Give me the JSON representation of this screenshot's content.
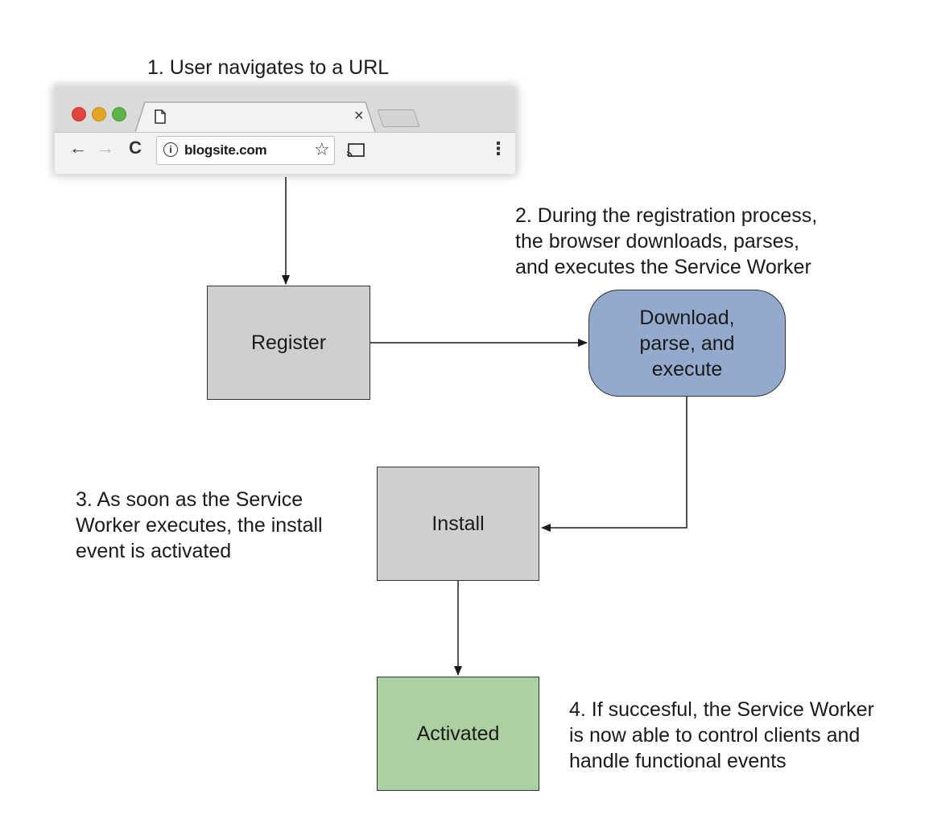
{
  "notes": {
    "step1": "1. User navigates to a URL",
    "step2": [
      "2. During the registration process,",
      "the browser downloads, parses,",
      "and executes the Service Worker"
    ],
    "step3": [
      "3. As soon as the Service",
      "Worker executes, the install",
      "event is activated"
    ],
    "step4": [
      "4. If succesful, the Service Worker",
      "is now able to control clients and",
      "handle functional events"
    ]
  },
  "browser": {
    "url": "blogsite.com",
    "tab_close": "×",
    "back": "←",
    "forward": "→",
    "reload": "C",
    "star": "☆",
    "menu": "⋮",
    "info": "i",
    "icons": [
      "back-arrow-icon",
      "forward-arrow-icon",
      "reload-icon",
      "info-icon",
      "star-icon",
      "cast-icon",
      "menu-icon",
      "page-icon",
      "close-icon"
    ]
  },
  "boxes": {
    "register": "Register",
    "download": [
      "Download,",
      "parse, and",
      "execute"
    ],
    "install": "Install",
    "activated": "Activated"
  },
  "colors": {
    "gray_box": "#cfcfcf",
    "blue_box": "#93aacd",
    "green_box": "#abd0a2",
    "traffic_red": "#e0453b",
    "traffic_yellow": "#e3a624",
    "traffic_green": "#5db44a"
  }
}
